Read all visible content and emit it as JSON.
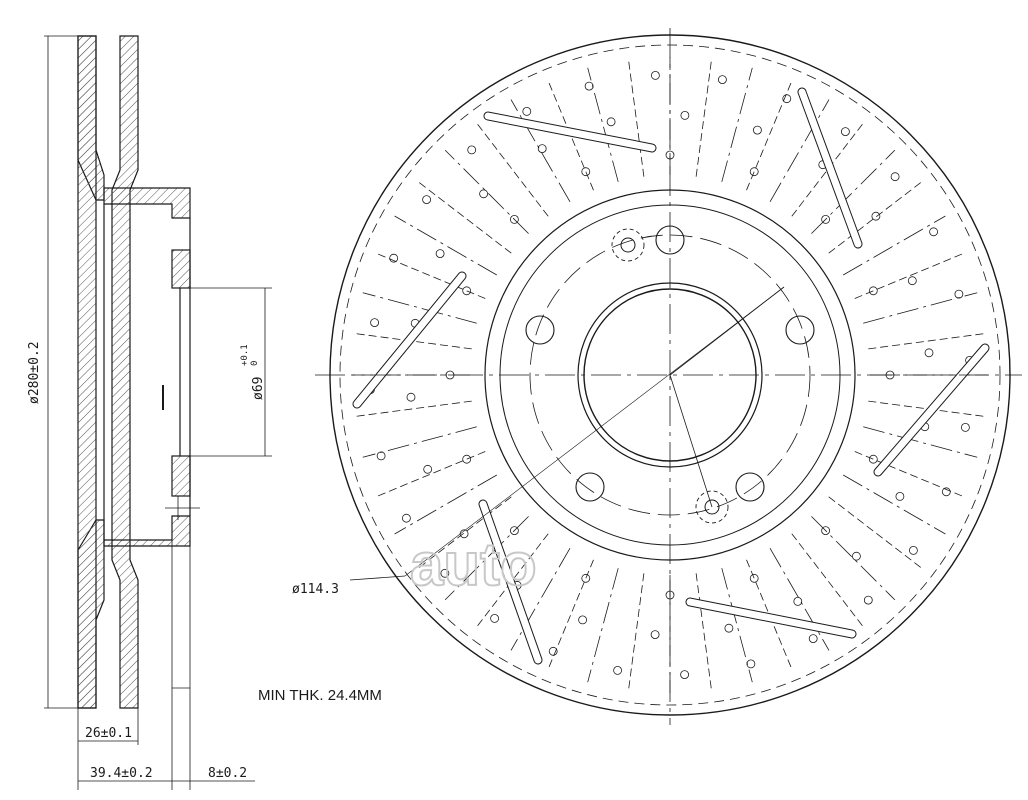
{
  "dimensions": {
    "outer_diameter": "ø280±0.2",
    "bore_diameter": "ø69",
    "bore_tolerance_upper": "+0.1",
    "bore_tolerance_lower": "0",
    "pcd": "ø114.3",
    "thickness": "26±0.1",
    "total_height": "39.4±0.2",
    "hat_offset": "8±0.2"
  },
  "notes": {
    "min_thickness": "MIN THK. 24.4MM"
  },
  "watermark": "auto",
  "colors": {
    "line": "#1a1a1a",
    "hatch": "#555555",
    "watermark": "#c8c8c8"
  }
}
